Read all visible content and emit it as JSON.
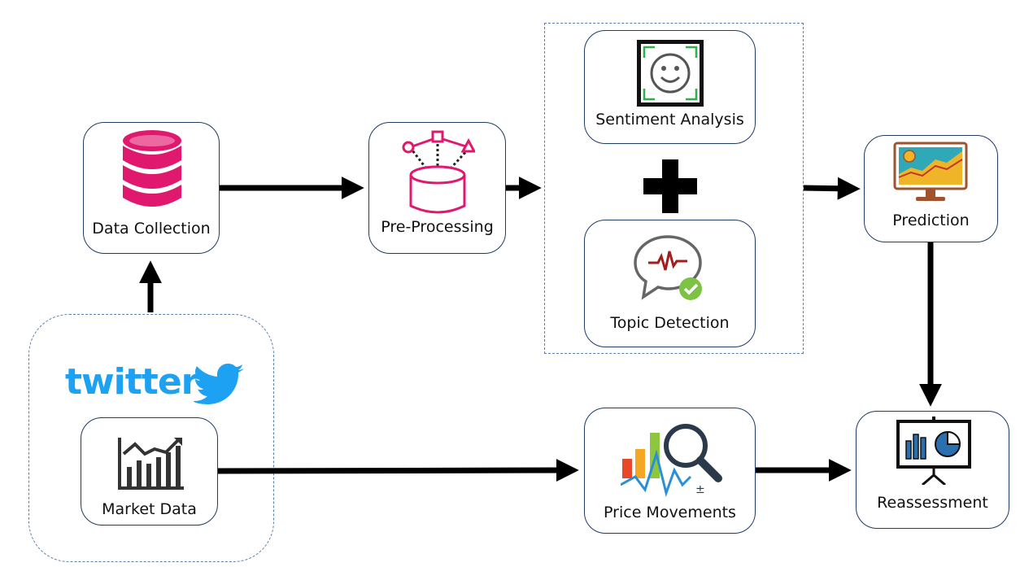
{
  "nodes": {
    "data_collection": "Data Collection",
    "pre_processing": "Pre-Processing",
    "sentiment_analysis": "Sentiment Analysis",
    "topic_detection": "Topic Detection",
    "prediction": "Prediction",
    "market_data": "Market Data",
    "price_movements": "Price Movements",
    "reassessment": "Reassessment"
  },
  "twitter_logo": "twitter",
  "icons": {
    "data_collection": "database-icon",
    "pre_processing": "data-processing-icon",
    "sentiment_analysis": "smiley-face-icon",
    "topic_detection": "chat-bubble-check-icon",
    "prediction": "monitor-chart-icon",
    "market_data": "line-chart-icon",
    "price_movements": "analysis-magnifier-icon",
    "reassessment": "presentation-board-icon",
    "operator": "plus-icon",
    "twitter_bird": "twitter-bird-icon"
  },
  "colors": {
    "border": "#1f3a64",
    "arrow": "#000000",
    "database_pink": "#e0196e",
    "twitter_blue": "#1da1f2"
  }
}
